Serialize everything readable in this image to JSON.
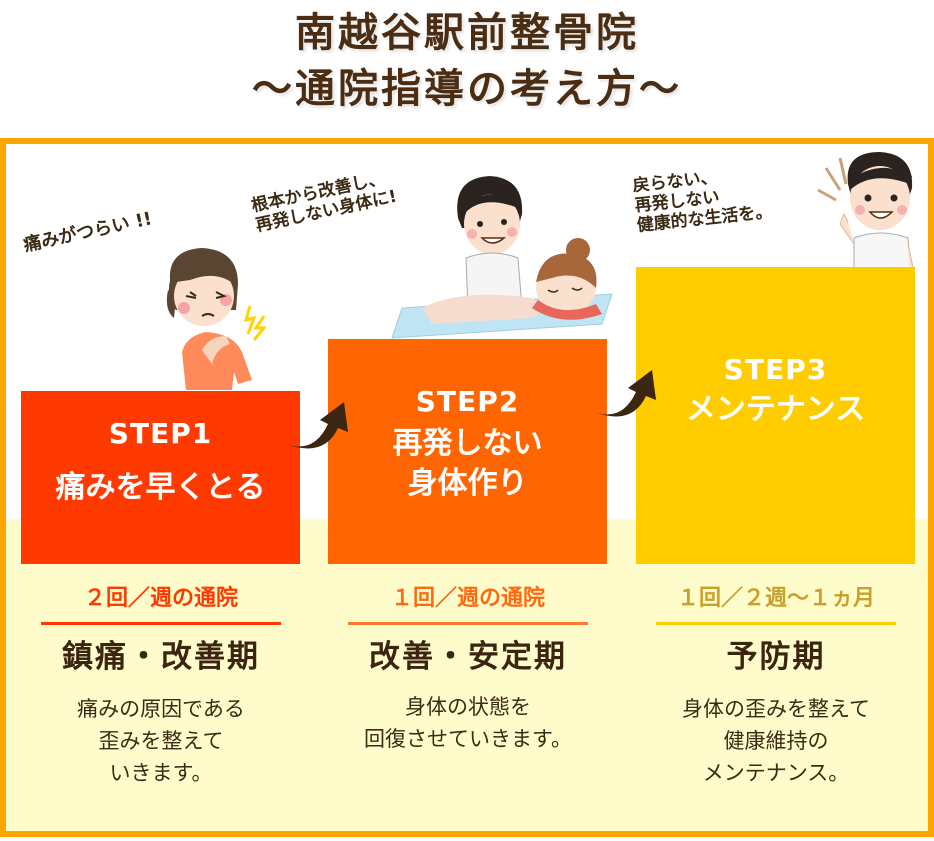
{
  "header": {
    "title_line1": "南越谷駅前整骨院",
    "title_line2": "〜通院指導の考え方〜"
  },
  "colors": {
    "frame_border": "#ffa500",
    "cream_band": "#fffccc",
    "step1": "#ff3a00",
    "step2": "#ff6500",
    "step3": "#ffcc00",
    "title_text": "#4a2d12",
    "arrow": "#3b2612"
  },
  "steps": [
    {
      "label": "STEP1",
      "title": "痛みを早くとる",
      "speech": "痛みがつらい !!",
      "illustration": "woman-shoulder-pain",
      "frequency": "２回／週の通院",
      "phase": "鎮痛・改善期",
      "description": "痛みの原因である\n歪みを整えて\nいきます。"
    },
    {
      "label": "STEP2",
      "title": "再発しない\n身体作り",
      "speech": "根本から改善し、\n再発しない身体に!",
      "illustration": "therapist-massaging-patient",
      "frequency": "１回／週の通院",
      "phase": "改善・安定期",
      "description": "身体の状態を\n回復させていきます。"
    },
    {
      "label": "STEP3",
      "title": "メンテナンス",
      "speech": "戻らない、\n再発しない\n健康的な生活を。",
      "illustration": "therapist-pointing-up",
      "frequency": "１回／２週〜１ヵ月",
      "phase": "予防期",
      "description": "身体の歪みを整えて\n健康維持の\nメンテナンス。"
    }
  ]
}
